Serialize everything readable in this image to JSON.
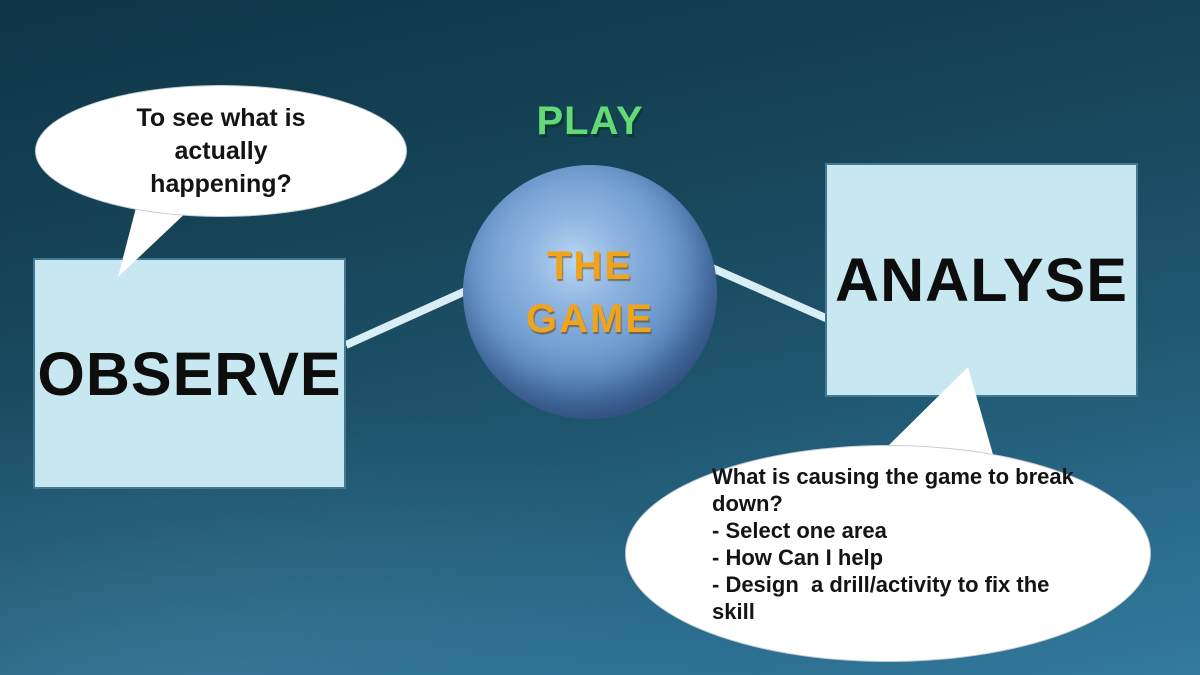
{
  "slide": {
    "play_label": "PLAY",
    "sphere_label_lines": [
      "THE",
      "GAME"
    ],
    "observe_label": "OBSERVE",
    "analyse_label": "ANALYSE",
    "observe_bubble_lines": [
      "To see what is",
      "actually",
      "happening?"
    ],
    "analyse_bubble_lines": [
      "What is causing the game to break",
      "down?",
      "- Select one area",
      "- How Can I help",
      "- Design  a drill/activity to fix the",
      "skill"
    ],
    "colors": {
      "background_top": "#0e3546",
      "background_bottom": "#337a9c",
      "box_fill": "#c7e8f1",
      "box_border": "#44788f",
      "bubble_fill": "#ffffff",
      "connector": "#d9edf4",
      "play_text": "#63d977",
      "game_text": "#f0a41e",
      "label_text": "#0d0d0d",
      "sphere_highlight": "#b8d6f2",
      "sphere_base": "#5684bc"
    }
  }
}
